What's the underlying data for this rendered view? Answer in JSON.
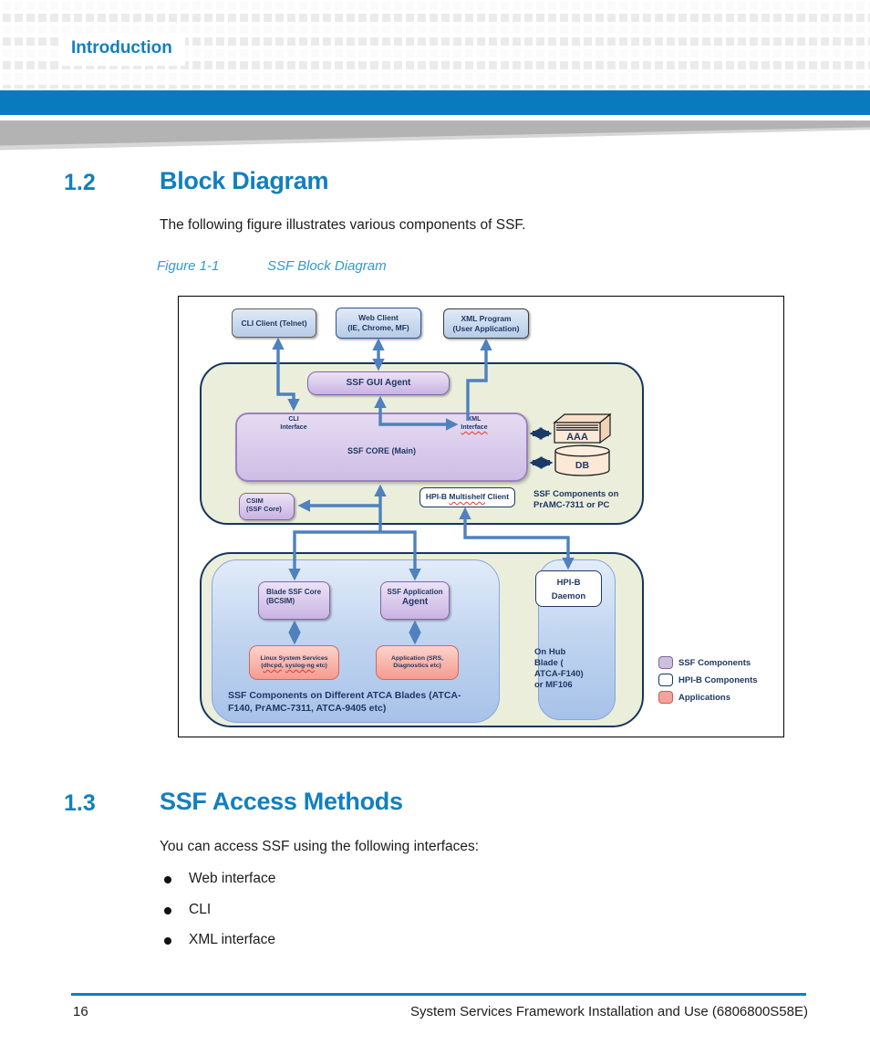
{
  "header": {
    "title": "Introduction"
  },
  "section_block_diagram": {
    "number": "1.2",
    "title": "Block Diagram",
    "body": "The following figure illustrates various components of SSF.",
    "figure_label": "Figure 1-1",
    "figure_caption": "SSF Block Diagram"
  },
  "section_access": {
    "number": "1.3",
    "title": "SSF Access Methods",
    "body": "You can access SSF using the following interfaces:",
    "bullets": [
      "Web interface",
      "CLI",
      "XML interface"
    ]
  },
  "footer": {
    "page_number": "16",
    "doc_title": "System Services Framework Installation and Use (6806800S58E)"
  },
  "diagram": {
    "cli_client": "CLI Client (Telnet)",
    "web_client": "Web Client\n(IE, Chrome, MF)",
    "xml_program": "XML Program\n(User Application)",
    "ssf_gui_agent": "SSF GUI Agent",
    "cli_interface": "CLI\nInterface",
    "xml_interface_line1": "XML",
    "xml_interface_line2": "Interface",
    "core_label": "SSF CORE (Main)",
    "aaa": "AAA",
    "db": "DB",
    "csim": "CSIM\n(SSF Core)",
    "hpib_client_pre": "HPI-B ",
    "hpib_client_word": "Multishelf",
    "hpib_client_post": " Client",
    "upper_caption": "SSF Components on\nPrAMC-7311 or PC",
    "blade_core": "Blade SSF Core\n(BCSIM)",
    "app_agent_line1": "SSF Application",
    "app_agent_line2": "Agent",
    "linux_line1": "Linux System Services",
    "linux_open": "(",
    "linux_word1": "dhcpd",
    "linux_sep": ", ",
    "linux_word2": "syslog-ng",
    "linux_close": " etc)",
    "application": "Application (SRS,\nDiagnostics etc)",
    "hpib_daemon": "HPI-B\nDaemon",
    "on_hub": "On Hub\nBlade (\nATCA-F140)\nor MF106",
    "lower_caption": "SSF Components on Different ATCA Blades (ATCA-\nF140, PrAMC-7311,  ATCA-9405  etc)",
    "legend": {
      "ssf": "SSF Components",
      "hpib": "HPI-B Components",
      "apps": "Applications"
    },
    "colors": {
      "arrow_blue": "#4f81bd",
      "arrow_navy": "#1c3a68",
      "ssf_purple": "#ccc0da",
      "hpib_white": "#ffffff",
      "app_red": "#f2a49c",
      "container_green": "#eaeedb",
      "navy_text": "#1f3864",
      "heading_blue": "#127fbf",
      "banner_blue": "#0a7abf"
    }
  }
}
